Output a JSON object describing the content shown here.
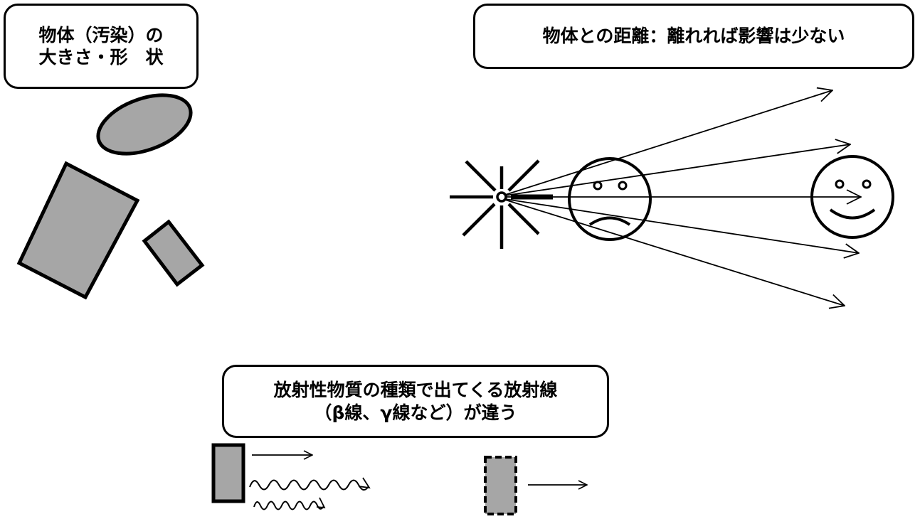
{
  "labels": {
    "size_line1": "物体（汚染）の",
    "size_line2": "大きさ・形　状",
    "distance": "物体との距離：離れれば影響は少ない",
    "type_line1": "放射性物質の種類で出てくる放射線",
    "type_line2": "（β線、γ線など）が違う"
  },
  "colors": {
    "object_fill": "#a6a6a6",
    "stroke": "#000000",
    "background": "#ffffff"
  },
  "icons": [
    "radiation-source-icon",
    "sad-face-icon",
    "smiling-face-icon",
    "wavy-ray-icon",
    "straight-ray-icon"
  ]
}
